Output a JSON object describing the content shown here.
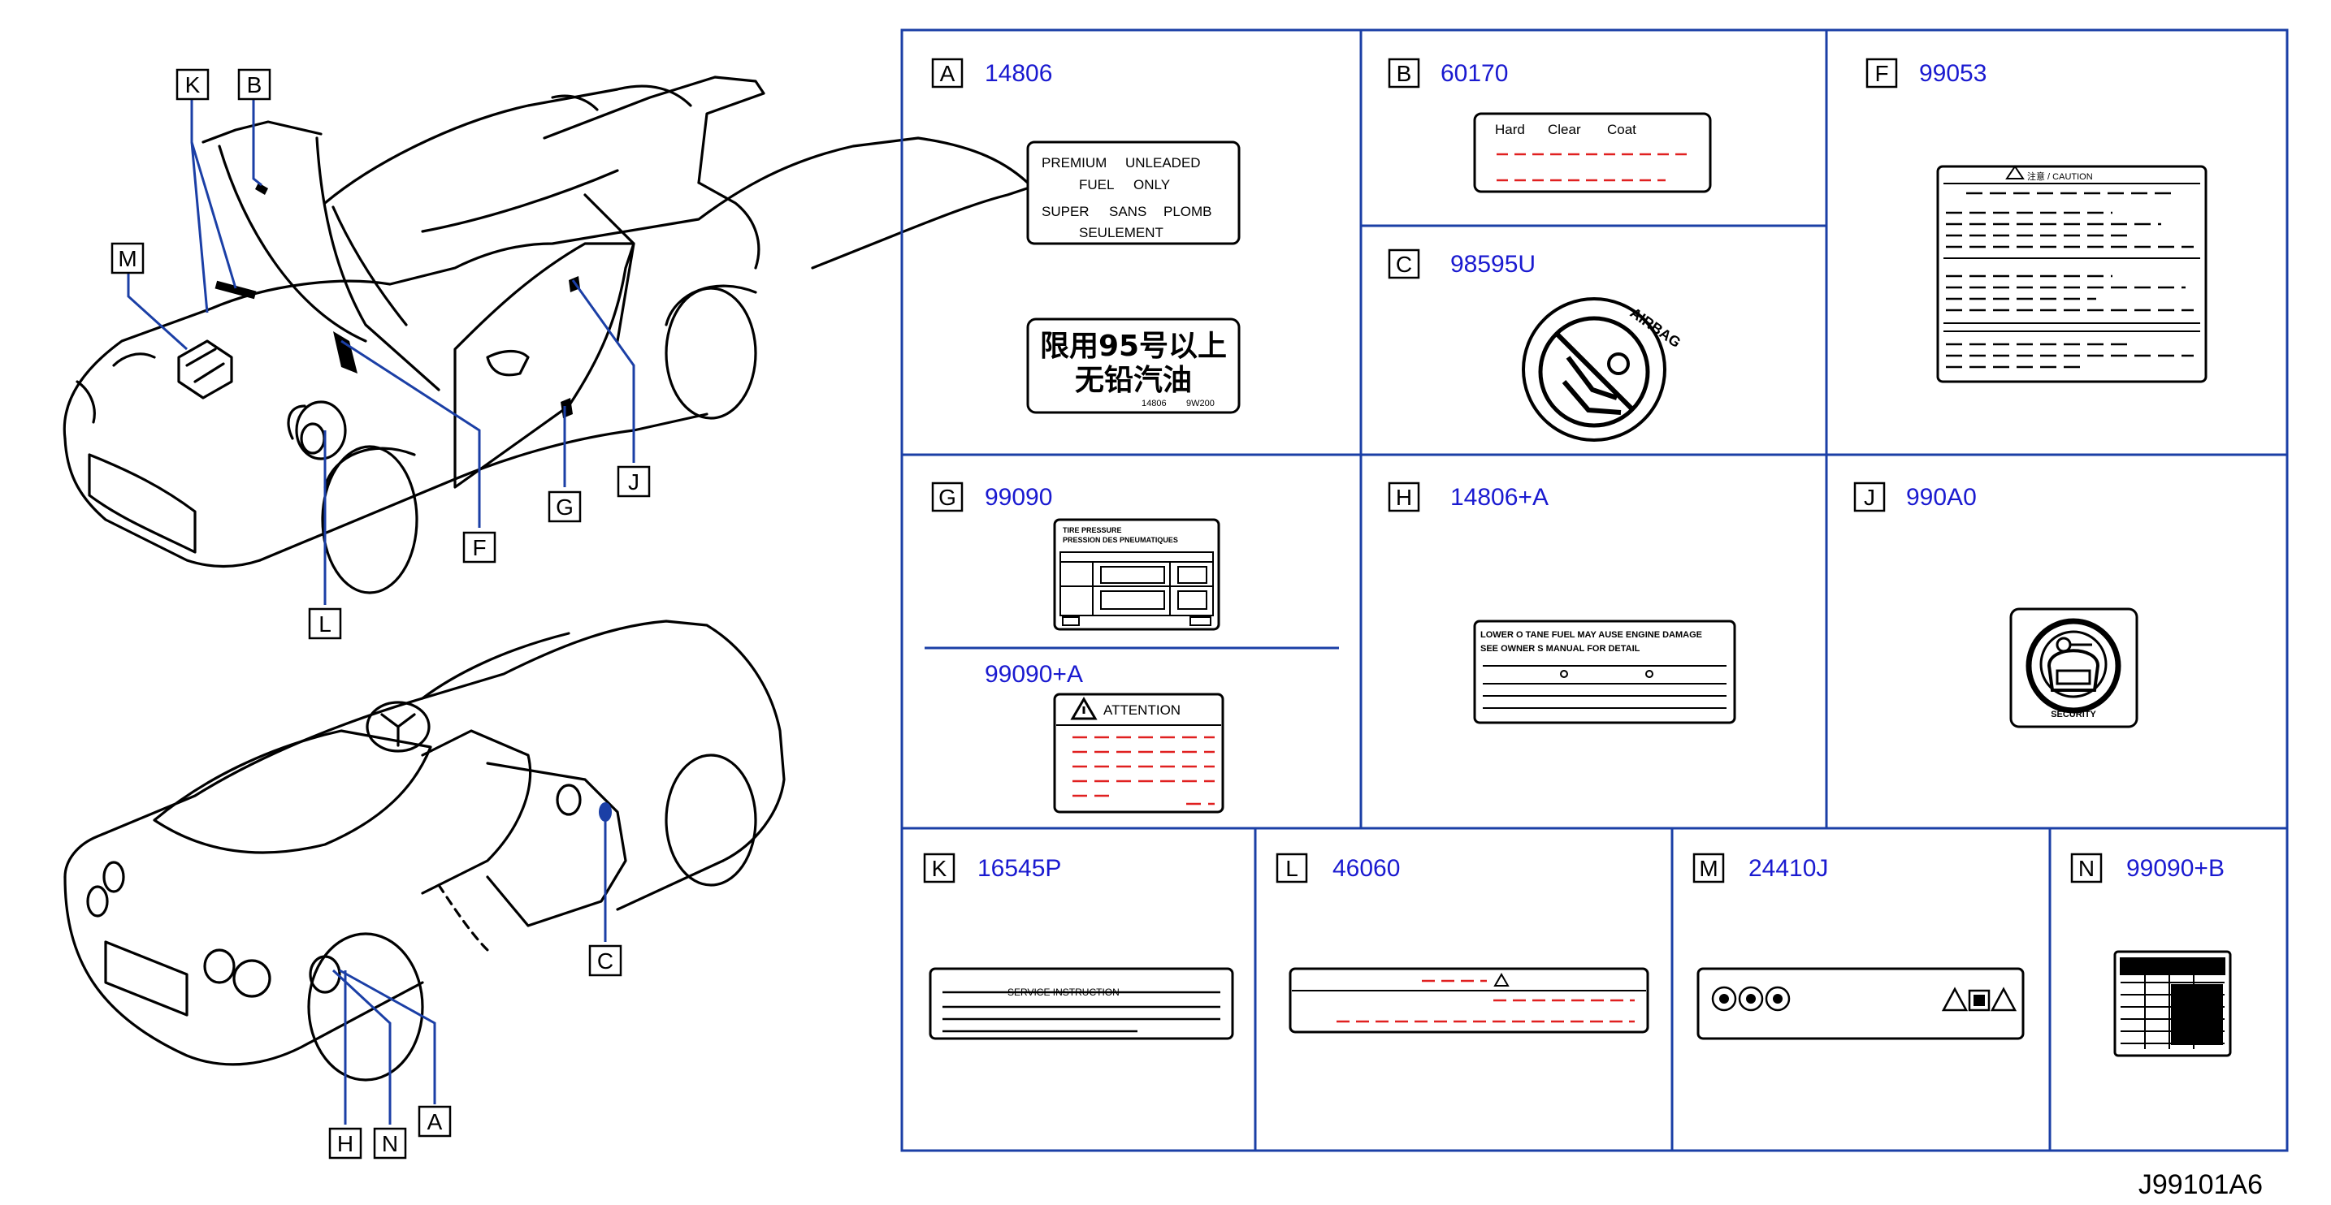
{
  "diagram_ref": "J99101A6",
  "callouts": [
    "K",
    "B",
    "M",
    "F",
    "G",
    "J",
    "L",
    "C",
    "H",
    "N",
    "A"
  ],
  "panels": {
    "A": {
      "letter": "A",
      "code": "14806",
      "label1": [
        "PREMIUM",
        "UNLEADED",
        "FUEL",
        "ONLY",
        "SUPER",
        "SANS",
        "PLOMB",
        "SEULEMENT"
      ],
      "label2_line1": "限用95号以上",
      "label2_line2": "无铅汽油",
      "label2_small1": "14806",
      "label2_small2": "9W200"
    },
    "B": {
      "letter": "B",
      "code": "60170",
      "words": [
        "Hard",
        "Clear",
        "Coat"
      ]
    },
    "C": {
      "letter": "C",
      "code": "98595U",
      "ring_text": "AIRBAG"
    },
    "F": {
      "letter": "F",
      "code": "99053",
      "header": "注意 /  CAUTION"
    },
    "G": {
      "letter": "G",
      "code": "99090",
      "code2": "99090+A",
      "tire_line1": "TIRE PRESSURE",
      "tire_line2": "PRESSION DES PNEUMATIQUES",
      "attention": "ATTENTION"
    },
    "H": {
      "letter": "H",
      "code": "14806+A",
      "line1": "LOWER O  TANE FUEL MAY   AUSE ENGINE DAMAGE",
      "line2": "SEE OWNER S MANUAL FOR DETAIL"
    },
    "J": {
      "letter": "J",
      "code": "990A0",
      "ring_text": "SECURITY"
    },
    "K": {
      "letter": "K",
      "code": "16545P",
      "title": "SERVICE    INSTRUCTION"
    },
    "L": {
      "letter": "L",
      "code": "46060"
    },
    "M": {
      "letter": "M",
      "code": "24410J"
    },
    "N": {
      "letter": "N",
      "code": "99090+B"
    }
  },
  "colors": {
    "frame": "#1b3fa6",
    "code": "#1a1ad0",
    "dash": "#e02020",
    "leader": "#1b3fa6"
  }
}
